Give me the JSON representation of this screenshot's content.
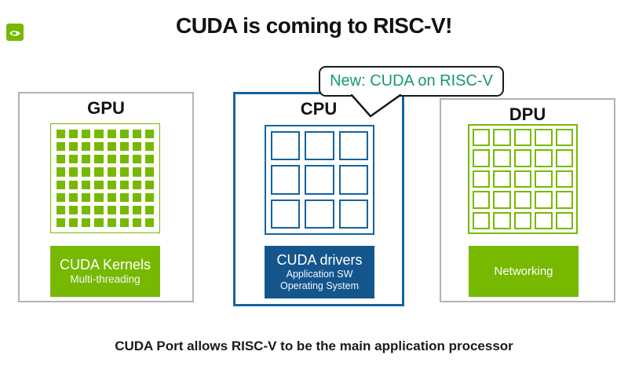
{
  "header": {
    "title": "CUDA is coming to RISC-V!",
    "logo_icon": "nvidia-eye-icon"
  },
  "callout": {
    "text": "New: CUDA on RISC-V",
    "text_color": "#179870"
  },
  "panels": [
    {
      "id": "gpu",
      "label": "GPU",
      "grid": {
        "rows": 8,
        "cols": 8,
        "style": "filled",
        "color": "#76B900"
      },
      "box": {
        "bg": "#76B900",
        "lines": [
          "CUDA Kernels",
          "Multi-threading"
        ]
      }
    },
    {
      "id": "cpu",
      "label": "CPU",
      "grid": {
        "rows": 3,
        "cols": 3,
        "style": "outlined",
        "color": "#15639E"
      },
      "box": {
        "bg": "#14568C",
        "lines": [
          "CUDA drivers",
          "Application SW",
          "Operating System"
        ]
      }
    },
    {
      "id": "dpu",
      "label": "DPU",
      "grid": {
        "rows": 5,
        "cols": 5,
        "style": "outlined",
        "color": "#76B900"
      },
      "box": {
        "bg": "#76B900",
        "lines": [
          "Networking"
        ]
      }
    }
  ],
  "caption": "CUDA Port allows RISC-V to be the main application processor",
  "colors": {
    "nvidia_green": "#76B900",
    "cpu_blue_border": "#15639E",
    "cpu_blue_fill": "#14568C",
    "panel_gray_border": "#B3B3B3",
    "callout_green": "#179870",
    "text_black": "#1A1A1A"
  }
}
